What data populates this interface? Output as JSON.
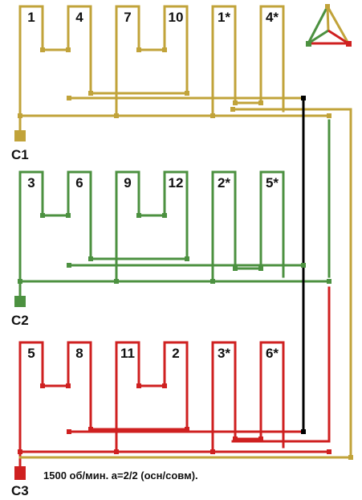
{
  "diagram": {
    "phases": [
      {
        "terminal": "C1",
        "color": "#c1a33a",
        "coils": [
          "1",
          "4",
          "7",
          "10",
          "1*",
          "4*"
        ]
      },
      {
        "terminal": "C2",
        "color": "#4c9140",
        "coils": [
          "3",
          "6",
          "9",
          "12",
          "2*",
          "5*"
        ]
      },
      {
        "terminal": "C3",
        "color": "#cf2020",
        "coils": [
          "5",
          "8",
          "11",
          "2",
          "3*",
          "6*"
        ]
      }
    ],
    "star_bus_color": "#000000",
    "note": "1500 об/мин. a=2/2 (осн/совм)."
  }
}
